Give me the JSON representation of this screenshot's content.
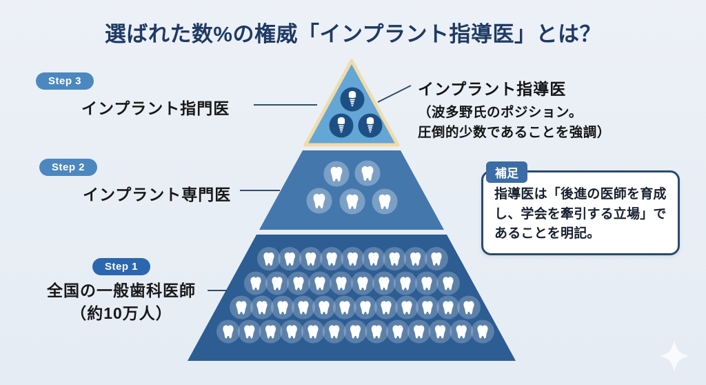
{
  "title": "選ばれた数%の権威「インプラント指導医」とは？",
  "steps": [
    {
      "badge": "Step 3",
      "label": "インプラント指門医"
    },
    {
      "badge": "Step 2",
      "label": "インプラント専門医"
    },
    {
      "badge": "Step 1",
      "label": "全国の一般歯科医師",
      "label2": "（約10万人）"
    }
  ],
  "annotation": {
    "lines": [
      "インプラント指導医",
      "（波多野氏のポジション。",
      "圧倒的少数であることを強調）"
    ]
  },
  "note": {
    "badge": "補足",
    "lines": [
      "指導医は「後進の医師を育成",
      "し、学会を牽引する立場」で",
      "あることを明記。"
    ]
  },
  "pyramid": {
    "tier_top": {
      "name": "インプラント指導医層",
      "implant_count": 3,
      "icon": "implant-icon"
    },
    "tier_middle": {
      "name": "インプラント専門医層",
      "tooth_count": 5,
      "icon": "tooth-icon"
    },
    "tier_bottom": {
      "name": "一般歯科医師層",
      "tooth_rows": [
        9,
        10,
        12,
        13
      ],
      "tooth_count": 44,
      "icon": "tooth-icon"
    }
  },
  "colors": {
    "title_navy": "#1f3a63",
    "step_badge_blue": "#4d87bf",
    "step1_badge_blue": "#2b67ae",
    "tier_top_fill": "#64a6d5",
    "tier_top_border": "#f0dcab",
    "tier_middle_fill": "#4478ad",
    "tier_bottom_fill": "#2d5d92",
    "implant_circle": "#1d4f85",
    "tooth_circle_mid": "rgba(255,255,255,0.30)",
    "tooth_circle_bottom": "rgba(255,255,255,0.22)",
    "glyph_white": "#ffffff",
    "leader_line": "#2e4d6d",
    "note_border_navy": "#2b4a6e",
    "note_badge_blue": "#3c6ca6",
    "sparkle_white": "#fafcfe"
  }
}
